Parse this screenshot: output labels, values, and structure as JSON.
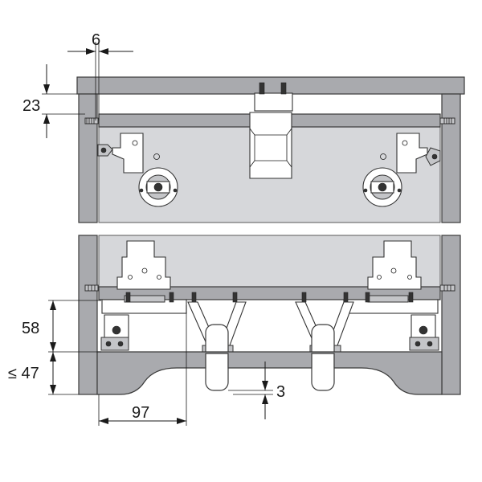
{
  "dimensions": {
    "top_gap": "6",
    "top_height": "23",
    "runner_height": "58",
    "floor_clearance": "≤ 47",
    "wheel_clearance": "3",
    "side_offset": "97"
  },
  "colors": {
    "panel": "#a9aaae",
    "panel_light": "#d6d7da",
    "line": "#1a1a1a"
  }
}
